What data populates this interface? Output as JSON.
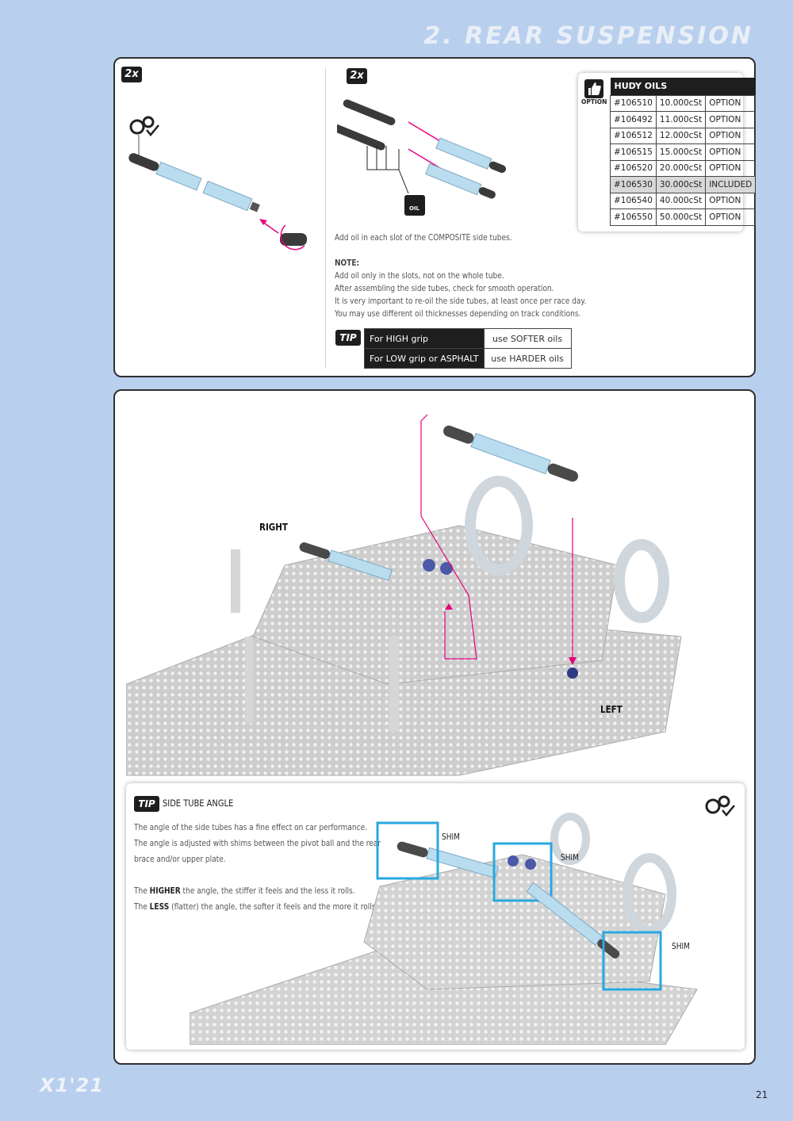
{
  "header": {
    "title": "2. REAR SUSPENSION"
  },
  "step1": {
    "qty_left": "2x",
    "qty_right": "2x",
    "oil_label": "OIL",
    "instruction": "Add oil in each slot of the COMPOSITE side tubes.",
    "note_title": "NOTE:",
    "note_lines": [
      "Add oil only in the slots, not on the whole tube.",
      "After assembling the side tubes, check for smooth operation.",
      "It is very important to re-oil the side tubes, at least once per race day.",
      "You may use different oil thicknesses depending on track conditions."
    ],
    "tip_badge": "TIP",
    "tip_rows": [
      {
        "condition": "For HIGH grip",
        "advice": "use SOFTER oils"
      },
      {
        "condition": "For LOW grip or ASPHALT",
        "advice": "use HARDER oils"
      }
    ],
    "oils": {
      "option_label": "OPTION",
      "title": "HUDY OILS",
      "rows": [
        {
          "part": "#106510",
          "viscosity": "10.000cSt",
          "status": "OPTION"
        },
        {
          "part": "#106492",
          "viscosity": "11.000cSt",
          "status": "OPTION"
        },
        {
          "part": "#106512",
          "viscosity": "12.000cSt",
          "status": "OPTION"
        },
        {
          "part": "#106515",
          "viscosity": "15.000cSt",
          "status": "OPTION"
        },
        {
          "part": "#106520",
          "viscosity": "20.000cSt",
          "status": "OPTION"
        },
        {
          "part": "#106530",
          "viscosity": "30.000cSt",
          "status": "INCLUDED"
        },
        {
          "part": "#106540",
          "viscosity": "40.000cSt",
          "status": "OPTION"
        },
        {
          "part": "#106550",
          "viscosity": "50.000cSt",
          "status": "OPTION"
        }
      ]
    }
  },
  "step2": {
    "label_right": "RIGHT",
    "label_left": "LEFT",
    "tip": {
      "badge": "TIP",
      "title": "SIDE TUBE ANGLE",
      "para1": [
        "The angle of the side tubes has a fine effect on car performance.",
        "The angle is adjusted with shims between the pivot ball and the rear",
        "brace and/or upper plate."
      ],
      "higher_prefix": "The ",
      "higher_word": "HIGHER",
      "higher_rest": " the angle, the stiffer it feels and the less it rolls.",
      "less_prefix": "The ",
      "less_word": "LESS",
      "less_rest": " (flatter) the angle, the softer it feels and the more it rolls.",
      "shim_labels": [
        "SHIM",
        "SHIM",
        "SHIM"
      ]
    }
  },
  "footer": {
    "logo": "X1'21",
    "page": "21"
  },
  "colors": {
    "accent": "#e6007e",
    "highlight": "#29a8e0",
    "page_bg": "#b9cfee"
  }
}
